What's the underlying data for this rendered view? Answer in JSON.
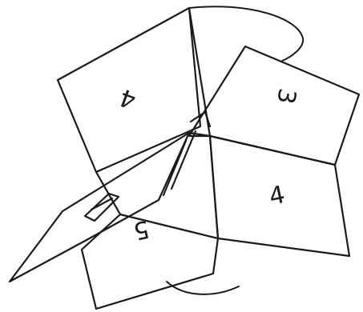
{
  "diagram": {
    "labels": {
      "face_top_left": "4",
      "face_top_right": "3",
      "face_right": "4",
      "face_bottom": "5"
    },
    "colors": {
      "ink": "#1a1a1a",
      "background": "#ffffff"
    }
  }
}
